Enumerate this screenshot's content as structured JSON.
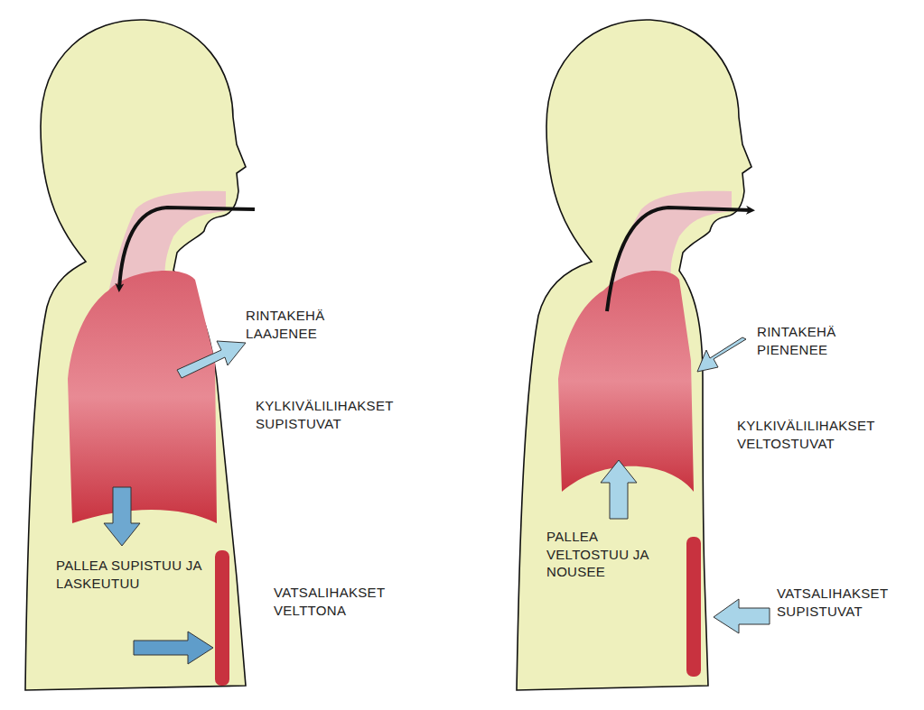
{
  "diagram": {
    "labels": [
      "RINTAKEHÄ LAAJENEE",
      "KYLKIVÄLILIHAKSET SUPISTUVAT",
      "PALLEA SUPISTUU JA LASKEUTUU",
      "VATSALIHAKSET VELTTONA",
      "RINTAKEHÄ PIENENEE",
      "KYLKIVÄLILIHAKSET VELTOSTUVAT",
      "PALLEA VELTOSTUU JA NOUSEE",
      "VATSALIHAKSET SUPISTUVAT"
    ]
  }
}
